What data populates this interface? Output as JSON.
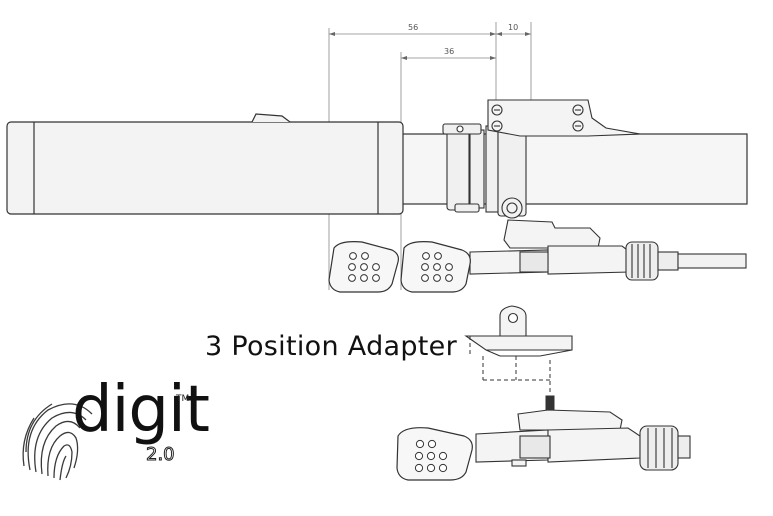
{
  "dimensions": {
    "top_overall": "56",
    "top_right": "10",
    "second": "36"
  },
  "adapter": {
    "label": "3 Position Adapter"
  },
  "logo": {
    "word": "digit",
    "trademark": "TM",
    "version": "2.0"
  },
  "colors": {
    "line": "#333333",
    "dim_line": "#7a7a7a",
    "fill": "#f2f2f2",
    "paddle": "#f4f4f4"
  }
}
